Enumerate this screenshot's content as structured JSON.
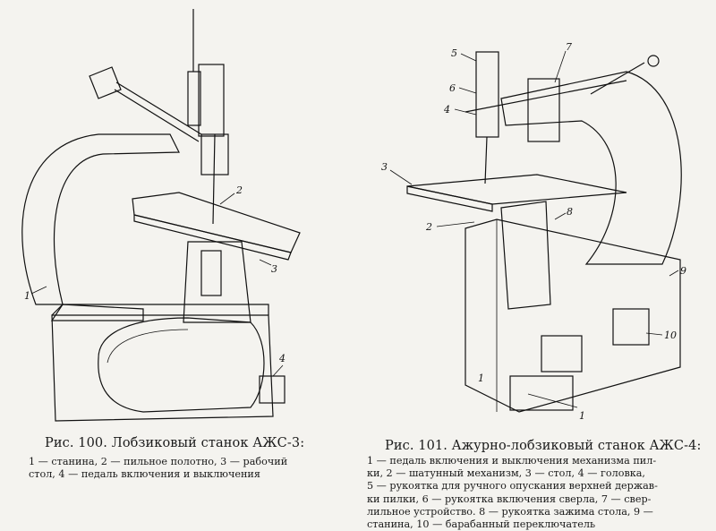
{
  "figures": [
    {
      "id": "fig100",
      "title": "Рис. 100. Лобзиковый станок АЖС-3:",
      "legend_lines": [
        "1 — станина, 2 — пильное полотно, 3 — рабочий",
        "стол, 4 — педаль включения и выключения"
      ],
      "callouts": [
        "1",
        "2",
        "3",
        "4"
      ]
    },
    {
      "id": "fig101",
      "title": "Рис. 101. Ажурно-лобзиковый станок АЖС-4:",
      "legend_lines": [
        "1 — педаль включения и выключения механизма пил-",
        "ки, 2 — шатунный механизм,   3 — стол, 4 — головка,",
        "5 — рукоятка для ручного опускания верхней держав-",
        "ки пилки, 6 — рукоятка включения сверла, 7 — свер-",
        "лильное устройство. 8 — рукоятка зажима стола, 9 —",
        "станина, 10 — барабанный переключатель"
      ],
      "callouts": [
        "1",
        "2",
        "3",
        "4",
        "5",
        "6",
        "7",
        "8",
        "9",
        "10"
      ]
    }
  ]
}
